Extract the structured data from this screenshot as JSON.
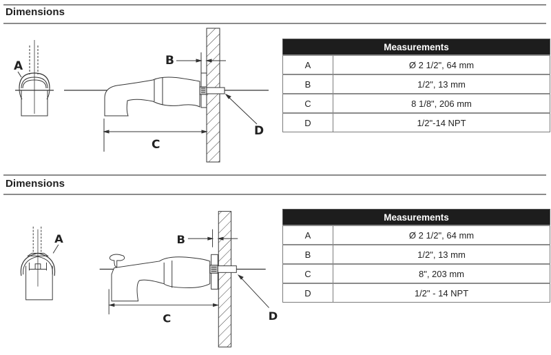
{
  "sections": [
    {
      "title": "Dimensions",
      "diagram_labels": {
        "a": "A",
        "b": "B",
        "c": "C",
        "d": "D"
      },
      "table": {
        "header": "Measurements",
        "rows": [
          {
            "key": "A",
            "value": "Ø 2 1/2\", 64 mm"
          },
          {
            "key": "B",
            "value": "1/2\", 13 mm"
          },
          {
            "key": "C",
            "value": "8 1/8\", 206 mm"
          },
          {
            "key": "D",
            "value": "1/2\"-14 NPT"
          }
        ]
      }
    },
    {
      "title": "Dimensions",
      "diagram_labels": {
        "a": "A",
        "b": "B",
        "c": "C",
        "d": "D"
      },
      "table": {
        "header": "Measurements",
        "rows": [
          {
            "key": "A",
            "value": "Ø 2 1/2\", 64 mm"
          },
          {
            "key": "B",
            "value": "1/2\", 13 mm"
          },
          {
            "key": "C",
            "value": "8\", 203 mm"
          },
          {
            "key": "D",
            "value": "1/2\" - 14 NPT"
          }
        ]
      }
    }
  ]
}
